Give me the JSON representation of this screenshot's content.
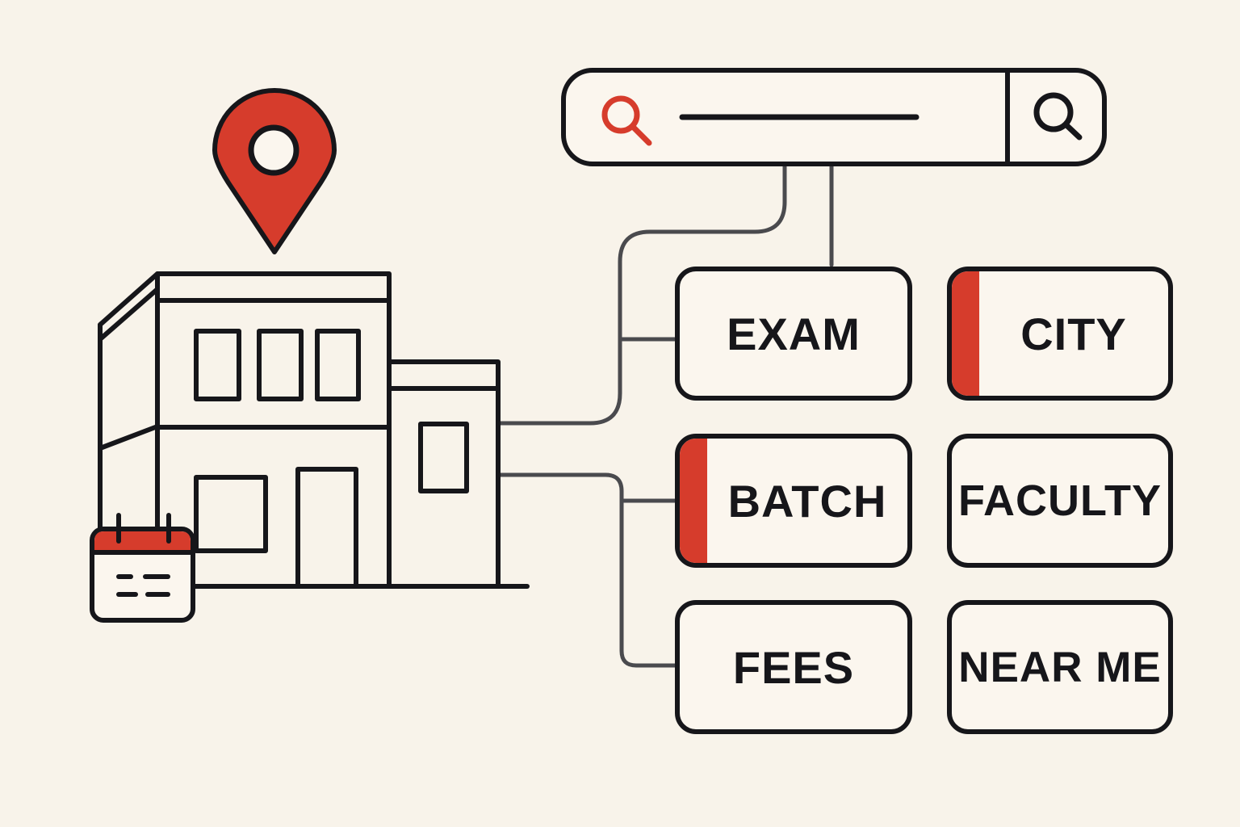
{
  "colors": {
    "background": "#f8f3ea",
    "stroke": "#16161a",
    "connector": "#4a4a4e",
    "accent": "#d63c2c"
  },
  "search": {
    "icon_left": "search-icon",
    "icon_right": "search-submit-icon"
  },
  "illustration": {
    "pin_icon": "location-pin-icon",
    "building_icon": "school-building-icon",
    "calendar_icon": "calendar-icon"
  },
  "filters": [
    {
      "label": "EXAM",
      "accented": false
    },
    {
      "label": "CITY",
      "accented": true
    },
    {
      "label": "BATCH",
      "accented": true
    },
    {
      "label": "FACULTY",
      "accented": false
    },
    {
      "label": "FEES",
      "accented": false
    },
    {
      "label": "NEAR ME",
      "accented": false
    }
  ]
}
